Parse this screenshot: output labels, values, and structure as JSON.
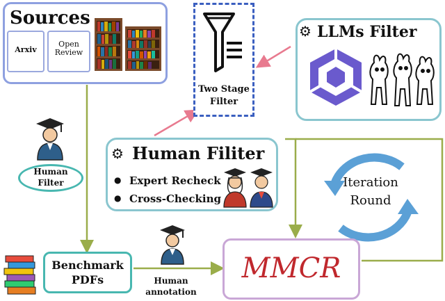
{
  "sources": {
    "title": "Sources",
    "items": [
      "Arxiv",
      "Open\nReview"
    ]
  },
  "two_stage_filter": {
    "label": "Two Stage\nFilter"
  },
  "llms_filter": {
    "title": "LLMs Filter"
  },
  "human_filter_left": {
    "label": "Human\nFilter"
  },
  "human_filiter": {
    "title": "Human Filiter",
    "items": [
      "Expert Recheck",
      "Cross-Checking"
    ]
  },
  "iteration": {
    "label": "Iteration\nRound"
  },
  "benchmark": {
    "label": "Benchmark\nPDFs"
  },
  "human_annotation": {
    "label": "Human\nannotation"
  },
  "mmcr": {
    "label": "MMCR"
  },
  "colors": {
    "sources_border": "#7b8fd8",
    "teal_border": "#4aa8b5",
    "funnel_border": "#3b5fc0",
    "mmcr_text": "#c0282d",
    "mmcr_border": "#c9a7d6",
    "green_arrow": "#9aad4a",
    "pink_arrow": "#e8738f",
    "cycle": "#4a8fc9"
  }
}
